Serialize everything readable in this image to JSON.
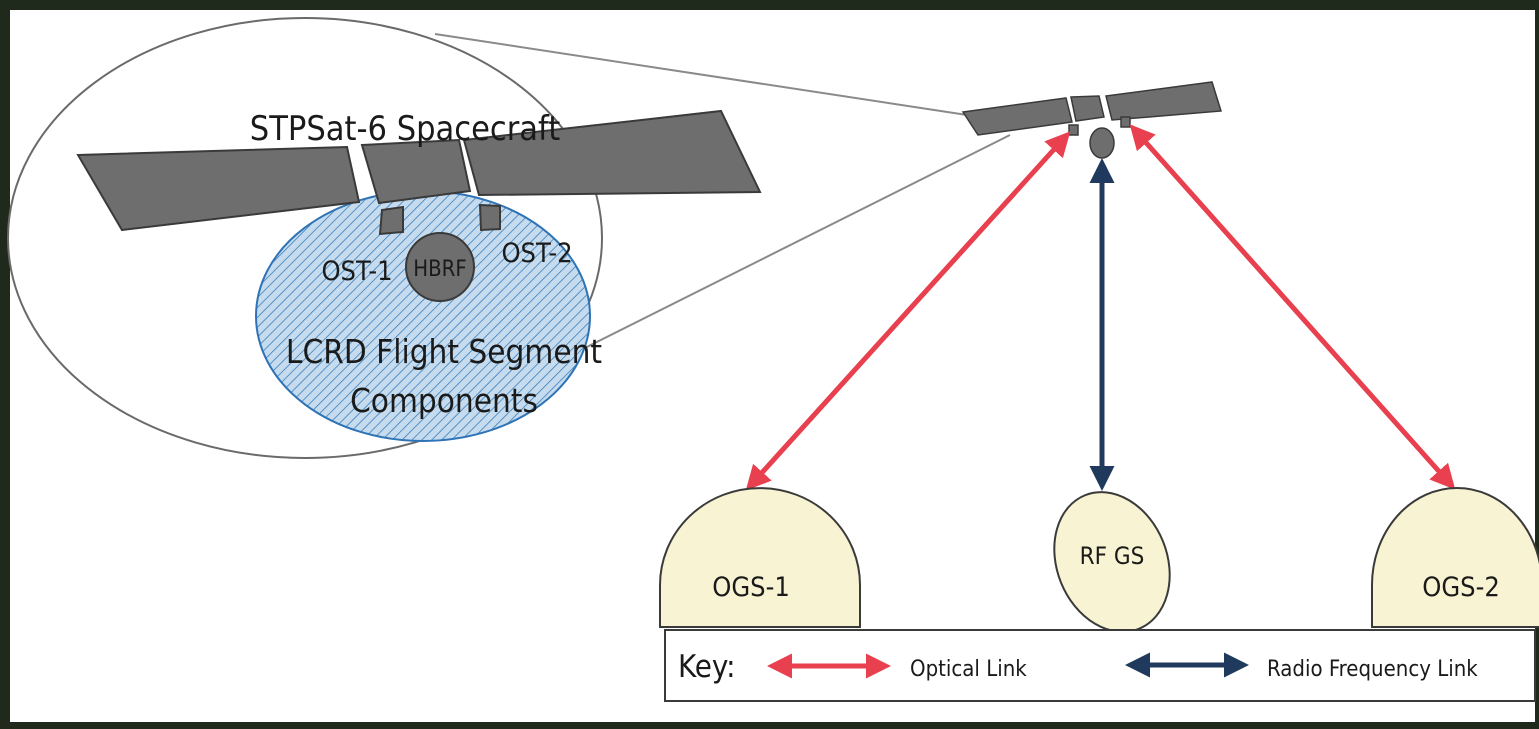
{
  "spacecraft_title": "STPSat-6 Spacecraft",
  "payload": {
    "ost1": "OST-1",
    "ost2": "OST-2",
    "hbrf": "HBRF",
    "segment_line1": "LCRD Flight Segment",
    "segment_line2": "Components"
  },
  "ground_stations": {
    "ogs1": "OGS-1",
    "rfgs": "RF GS",
    "ogs2": "OGS-2"
  },
  "key": {
    "title": "Key:",
    "optical": "Optical Link",
    "rf": "Radio Frequency Link"
  },
  "colors": {
    "frame": "#1f2a1c",
    "background": "#ffffff",
    "panel": "#6e6e6e",
    "payload_fill": "#b9d4ea",
    "payload_stroke": "#2e73b5",
    "ground_fill": "#f8f3d2",
    "optical_link": "#e8404e",
    "rf_link": "#1f3a5c"
  }
}
